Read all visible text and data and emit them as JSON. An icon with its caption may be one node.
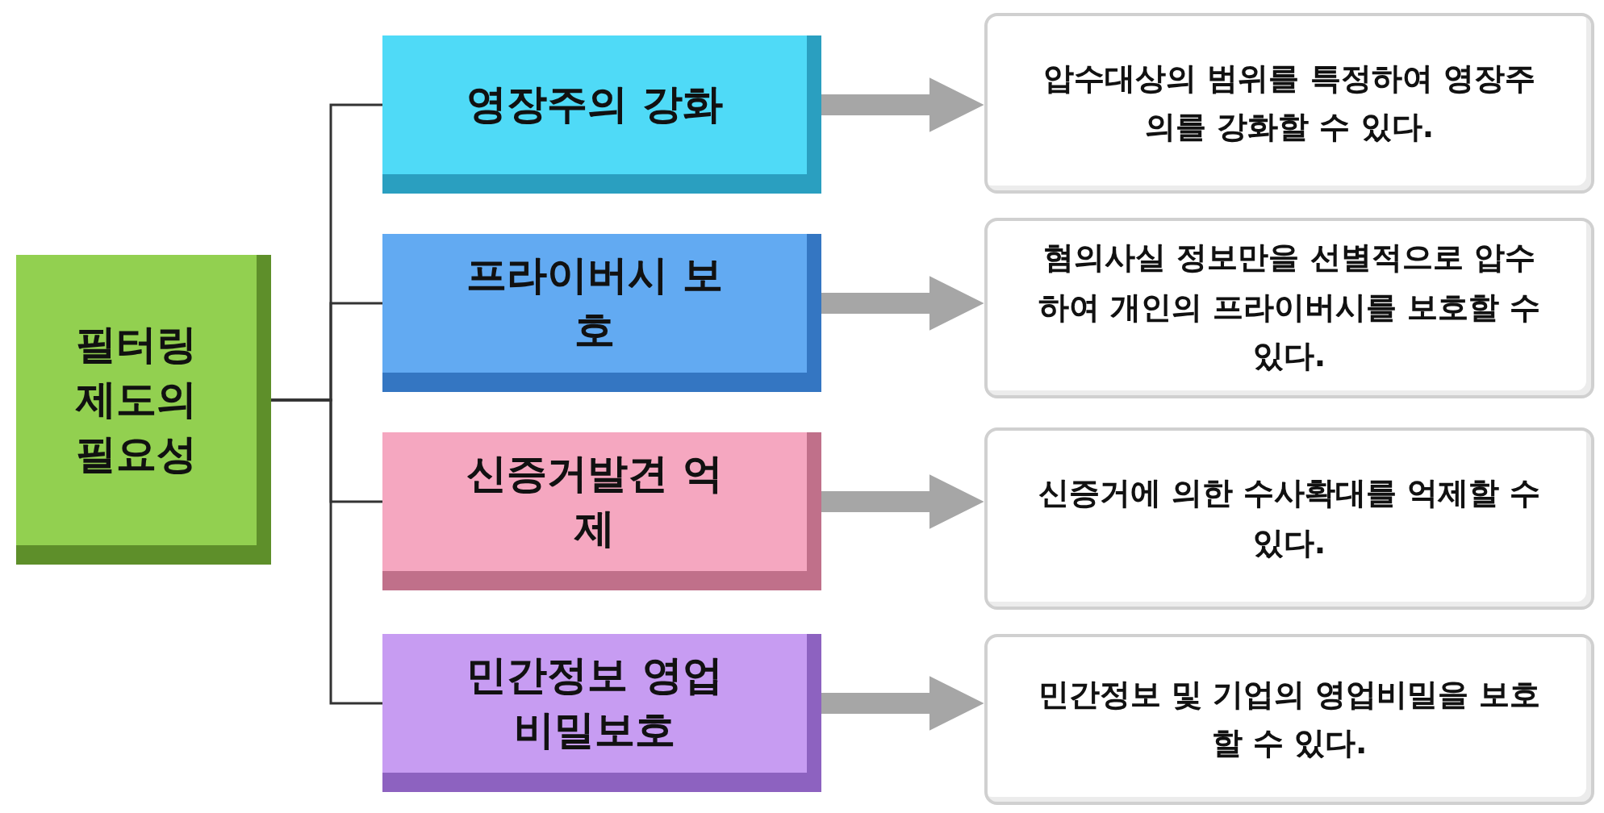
{
  "diagram": {
    "nodes": [
      {
        "text": [
          "필터링 제도의 필요성"
        ]
      },
      {
        "text": [
          "영장주의 강화"
        ]
      },
      {
        "text": [
          "프라이버시 보호"
        ]
      },
      {
        "text": [
          "신증거발견 억제"
        ]
      },
      {
        "text": [
          "민간정보 영업비밀보호"
        ]
      },
      {
        "text": [
          "압수대상의 범위를 특정하여 영장주의를 강화할 수 있다."
        ]
      },
      {
        "text": [
          "혐의사실 정보만을 선별적으로 압수하여 개인의 프라이버시를 보호할 수 있다."
        ]
      },
      {
        "text": [
          "신증거에 의한 수사확대를 억제할 수 있다."
        ]
      },
      {
        "text": [
          "민간정보 및 기업의 영업비밀을 보호할 수 있다."
        ]
      }
    ],
    "edges": [
      {
        "from": 0,
        "to": 1,
        "arrow": "none"
      },
      {
        "from": 0,
        "to": 2,
        "arrow": "none"
      },
      {
        "from": 0,
        "to": 3,
        "arrow": "none"
      },
      {
        "from": 0,
        "to": 4,
        "arrow": "none"
      },
      {
        "from": 1,
        "to": 5,
        "arrow": "to",
        "style": "thick",
        "color": "#a6a6a6"
      },
      {
        "from": 2,
        "to": 6,
        "arrow": "to",
        "style": "thick",
        "color": "#a6a6a6"
      },
      {
        "from": 3,
        "to": 7,
        "arrow": "to",
        "style": "thick",
        "color": "#a6a6a6"
      },
      {
        "from": 4,
        "to": 8,
        "arrow": "to",
        "style": "thick",
        "color": "#a6a6a6"
      }
    ]
  }
}
